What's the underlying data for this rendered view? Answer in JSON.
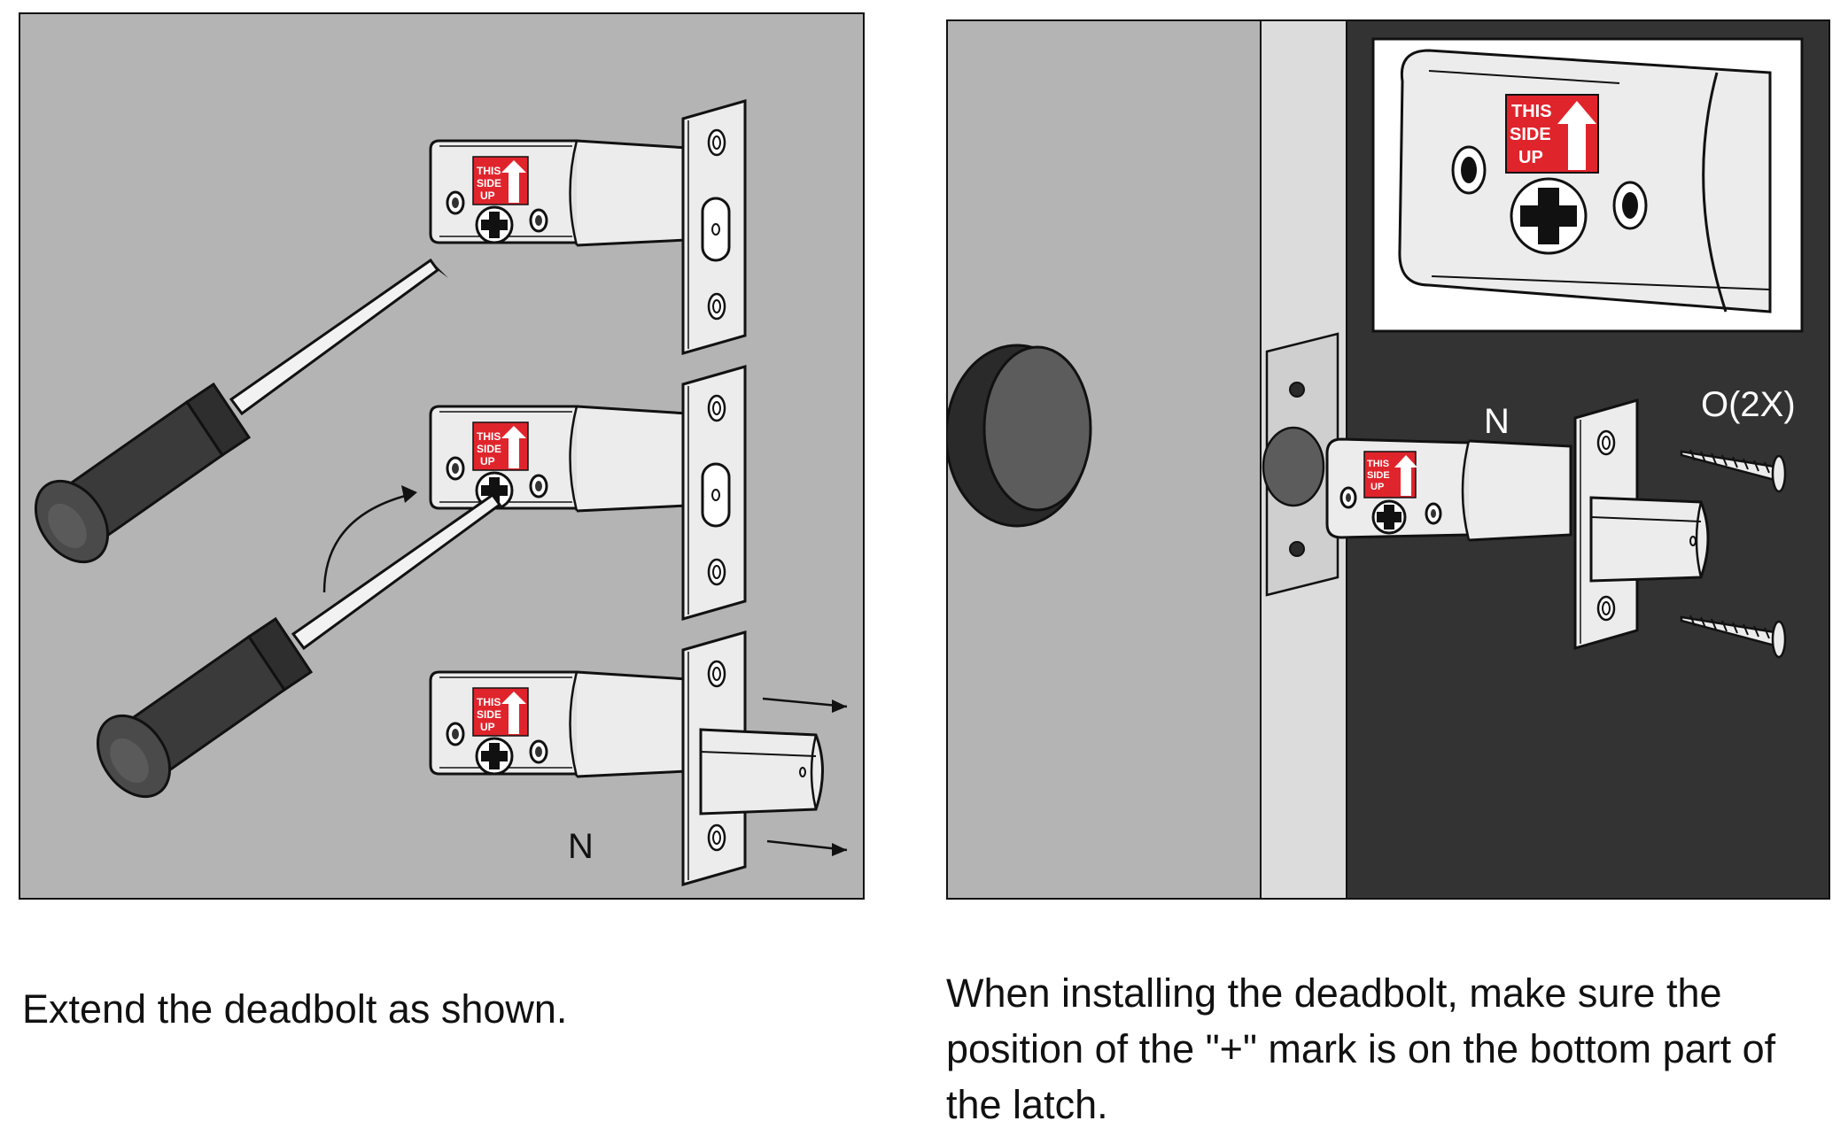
{
  "panel_left": {
    "label_n": "N",
    "sticker_lines": [
      "THIS",
      "SIDE",
      "UP"
    ]
  },
  "panel_right": {
    "label_n": "N",
    "label_screws": "O(2X)",
    "sticker_lines": [
      "THIS",
      "SIDE",
      "UP"
    ]
  },
  "captions": {
    "left": "Extend the deadbolt as shown.",
    "right": "When installing the deadbolt, make sure the position of the \"+\" mark is on the bottom part of the latch."
  },
  "colors": {
    "panel_left_bg": "#b4b4b4",
    "door_face": "#b4b4b4",
    "door_edge": "#dcdcdc",
    "dark_bg": "#333333",
    "sticker_red": "#e0242c",
    "metal": "#ececec",
    "screwdriver_handle": "#3a3a3a"
  }
}
